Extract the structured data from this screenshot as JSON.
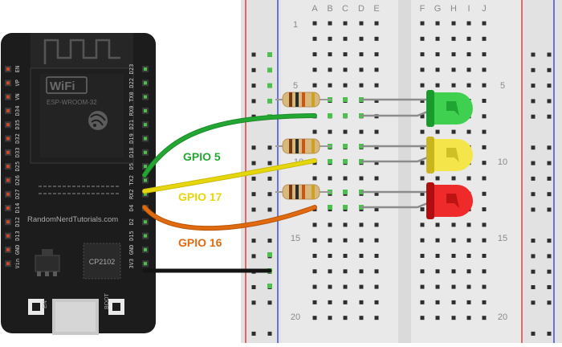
{
  "board": {
    "wifi_label": "WiFi",
    "module_label": "ESP-WROOM-32",
    "site_label": "RandomNerdTutorials.com",
    "chip_label": "CP2102",
    "en_label": "EN",
    "boot_label": "BOOT",
    "pins_left": [
      "EN",
      "VP",
      "VN",
      "D34",
      "D35",
      "D32",
      "D33",
      "D25",
      "D26",
      "D27",
      "D14",
      "D12",
      "D13",
      "GND",
      "Vin"
    ],
    "pins_right": [
      "D23",
      "D22",
      "TX0",
      "RX0",
      "D21",
      "D19",
      "D18",
      "D5",
      "TX2",
      "RX2",
      "D4",
      "D2",
      "D15",
      "GND",
      "3V3"
    ]
  },
  "breadboard": {
    "col_letters_left": [
      "A",
      "B",
      "C",
      "D",
      "E"
    ],
    "col_letters_right": [
      "F",
      "G",
      "H",
      "I",
      "J"
    ],
    "row_numbers_left": [
      "1",
      "5",
      "10",
      "15",
      "20"
    ],
    "row_numbers_right": [
      "5",
      "10",
      "15",
      "20"
    ]
  },
  "wires": [
    {
      "label": "GPIO 5",
      "color": "#22a832"
    },
    {
      "label": "GPIO 17",
      "color": "#e6d60c"
    },
    {
      "label": "GPIO 16",
      "color": "#e06a10"
    }
  ],
  "leds": [
    {
      "color": "#3fd04f",
      "dark": "#1a9a2a"
    },
    {
      "color": "#f4e64a",
      "dark": "#c8b61c"
    },
    {
      "color": "#ee2a2a",
      "dark": "#b00e0e"
    }
  ],
  "colors": {
    "board": "#1c1c1c",
    "gnd_wire": "#141414",
    "rail_red": "#e04040",
    "rail_blue": "#3c4cdd"
  }
}
